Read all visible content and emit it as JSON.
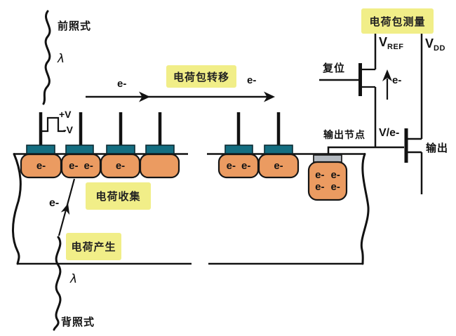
{
  "colors": {
    "teal": "#146e81",
    "orange": "#eb9b61",
    "yellow": "#f1ee88",
    "gray": "#b4bac1",
    "line": "#121212"
  },
  "labels": {
    "front_illuminated": "前照式",
    "back_illuminated": "背照式",
    "lambda": "λ",
    "electron": "e-",
    "plus_v": "+V",
    "minus_v": "-V",
    "charge_transfer": "电荷包转移",
    "charge_measurement": "电荷包测量",
    "charge_collection": "电荷收集",
    "charge_generation": "电荷产生",
    "reset": "复位",
    "output_node": "输出节点",
    "volts_per_electron": "V/e-",
    "output": "输出",
    "v_ref": {
      "base": "V",
      "sub": "REF"
    },
    "v_dd": {
      "base": "V",
      "sub": "DD"
    }
  }
}
